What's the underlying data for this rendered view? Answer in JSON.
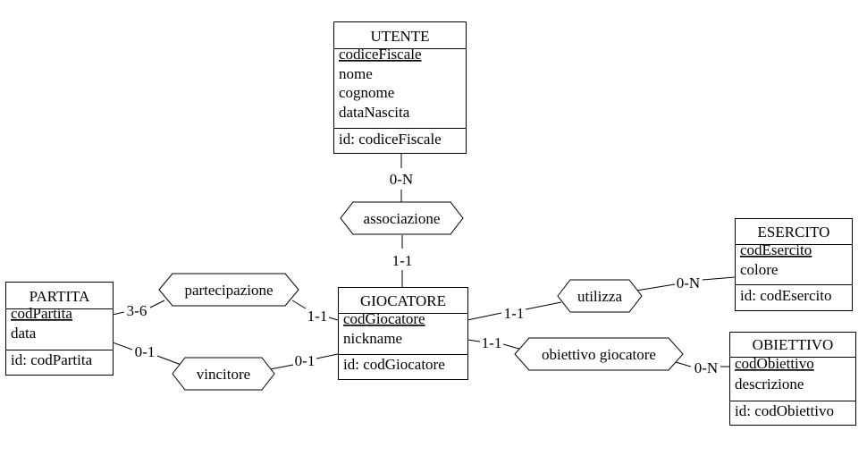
{
  "entities": [
    {
      "id": "utente",
      "name": "UTENTE",
      "attributes": [
        {
          "name": "codiceFiscale",
          "key": true
        },
        {
          "name": "nome",
          "key": false
        },
        {
          "name": "cognome",
          "key": false
        },
        {
          "name": "dataNascita",
          "key": false
        }
      ],
      "identifier": "id: codiceFiscale"
    },
    {
      "id": "partita",
      "name": "PARTITA",
      "attributes": [
        {
          "name": "codPartita",
          "key": true
        },
        {
          "name": "data",
          "key": false
        }
      ],
      "identifier": "id: codPartita"
    },
    {
      "id": "giocatore",
      "name": "GIOCATORE",
      "attributes": [
        {
          "name": "codGiocatore",
          "key": true
        },
        {
          "name": "nickname",
          "key": false
        }
      ],
      "identifier": "id: codGiocatore"
    },
    {
      "id": "esercito",
      "name": "ESERCITO",
      "attributes": [
        {
          "name": "codEsercito",
          "key": true
        },
        {
          "name": "colore",
          "key": false
        }
      ],
      "identifier": "id: codEsercito"
    },
    {
      "id": "obiettivo",
      "name": "OBIETTIVO",
      "attributes": [
        {
          "name": "codObiettivo",
          "key": true
        },
        {
          "name": "descrizione",
          "key": false
        }
      ],
      "identifier": "id: codObiettivo"
    }
  ],
  "relationships": [
    {
      "id": "associazione",
      "name": "associazione"
    },
    {
      "id": "partecipazione",
      "name": "partecipazione"
    },
    {
      "id": "vincitore",
      "name": "vincitore"
    },
    {
      "id": "utilizza",
      "name": "utilizza"
    },
    {
      "id": "obiettivo-giocatore",
      "name": "obiettivo giocatore"
    }
  ],
  "cardinalities": [
    {
      "id": "utente-associazione",
      "label": "0-N"
    },
    {
      "id": "giocatore-associazione",
      "label": "1-1"
    },
    {
      "id": "partita-partecipazione",
      "label": "3-6"
    },
    {
      "id": "giocatore-partecipazione",
      "label": "1-1"
    },
    {
      "id": "partita-vincitore",
      "label": "0-1"
    },
    {
      "id": "giocatore-vincitore",
      "label": "0-1"
    },
    {
      "id": "giocatore-utilizza",
      "label": "1-1"
    },
    {
      "id": "esercito-utilizza",
      "label": "0-N"
    },
    {
      "id": "giocatore-obiettivo",
      "label": "1-1"
    },
    {
      "id": "obiettivo-obiettivo",
      "label": "0-N"
    }
  ]
}
